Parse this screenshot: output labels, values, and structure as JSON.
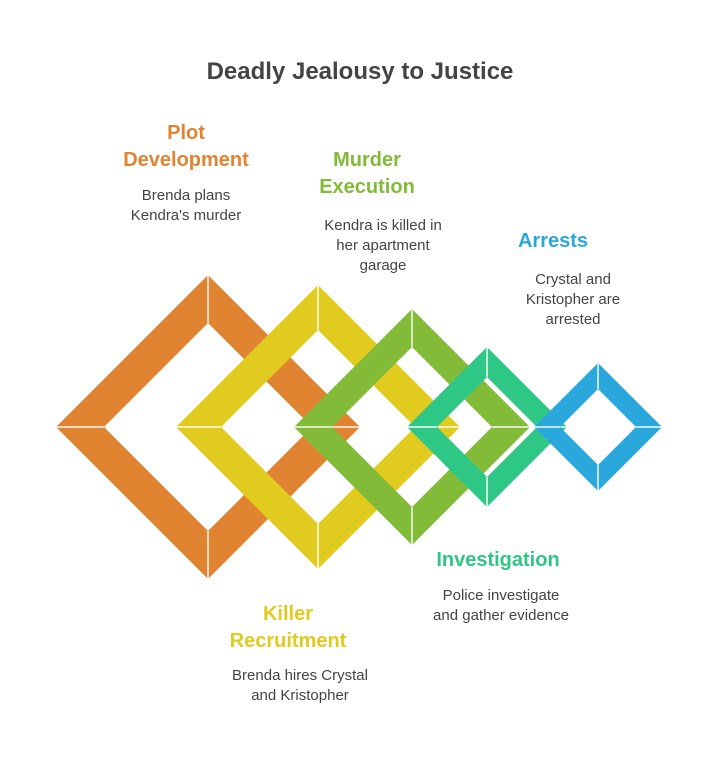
{
  "title": "Deadly Jealousy to Justice",
  "colors": {
    "orange": "#E08432",
    "yellow": "#E2CB1F",
    "green": "#82BB38",
    "teal": "#2EC785",
    "blue": "#2AA8DE"
  },
  "stages": [
    {
      "id": "plot-development",
      "title": "Plot\nDevelopment",
      "description": "Brenda plans\nKendra's murder",
      "color": "#E08432"
    },
    {
      "id": "killer-recruitment",
      "title": "Killer\nRecruitment",
      "description": "Brenda hires Crystal\nand Kristopher",
      "color": "#E2CB1F"
    },
    {
      "id": "murder-execution",
      "title": "Murder\nExecution",
      "description": "Kendra is killed in\nher apartment\ngarage",
      "color": "#82BB38"
    },
    {
      "id": "investigation",
      "title": "Investigation",
      "description": "Police investigate\nand gather evidence",
      "color": "#2EC785"
    },
    {
      "id": "arrests",
      "title": "Arrests",
      "description": "Crystal and\nKristopher are\narrested",
      "color": "#2AA8DE"
    }
  ]
}
